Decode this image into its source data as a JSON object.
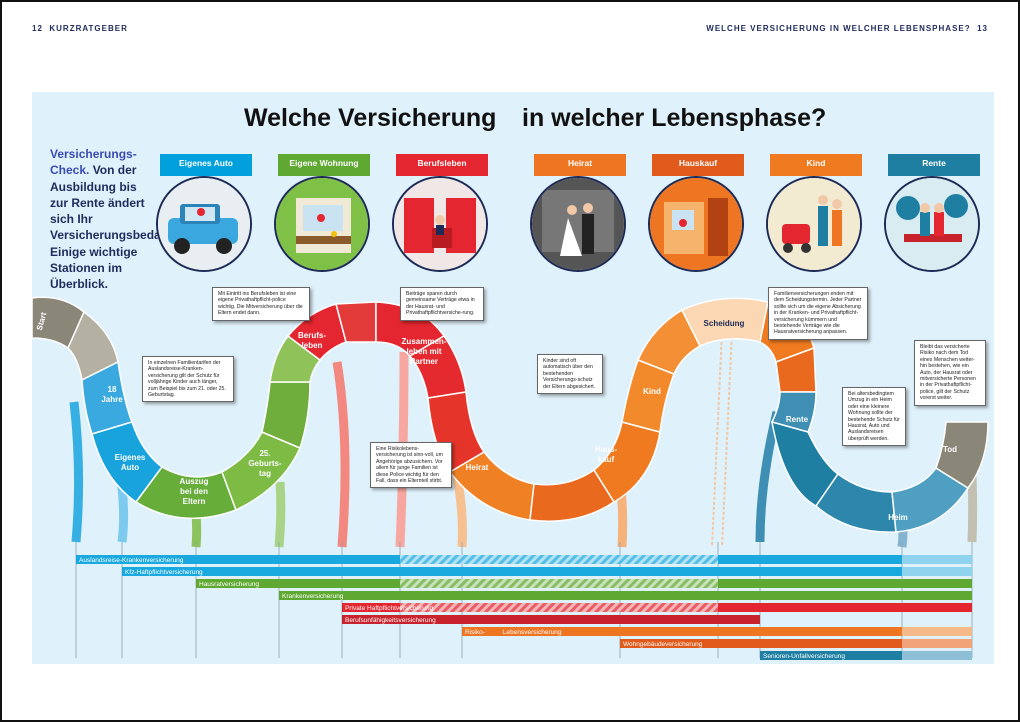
{
  "header": {
    "left_num": "12",
    "left_title": "KURZRATGEBER",
    "right_title": "WELCHE VERSICHERUNG IN WELCHER LEBENSPHASE?",
    "right_num": "13"
  },
  "title_part1": "Welche Versicherung",
  "title_part2": "in welcher Lebensphase?",
  "intro": {
    "highlight": "Versicherungs-Check.",
    "text": " Von der Ausbildung bis zur Rente ändert sich Ihr Versicherungsbedarf. Einige wichtige Stationen im Überblick."
  },
  "stages": [
    {
      "label": "Eigenes Auto",
      "color": "#00a0dc"
    },
    {
      "label": "Eigene Wohnung",
      "color": "#5fa832"
    },
    {
      "label": "Berufsleben",
      "color": "#e3262f"
    },
    {
      "label": "Heirat",
      "color": "#ee7623"
    },
    {
      "label": "Hauskauf",
      "color": "#e05a1c"
    },
    {
      "label": "Kind",
      "color": "#f07a20"
    },
    {
      "label": "Rente",
      "color": "#1f7fa3"
    }
  ],
  "path_labels": {
    "start": "Start",
    "jahre": [
      "18",
      "Jahre"
    ],
    "auto": [
      "Eigenes",
      "Auto"
    ],
    "auszug": [
      "Auszug",
      "bei den",
      "Eltern"
    ],
    "geburtstag": [
      "25.",
      "Geburts-",
      "tag"
    ],
    "berufsleben": [
      "Berufs-",
      "leben"
    ],
    "zusammen": [
      "Zusammen-",
      "leben mit",
      "Partner"
    ],
    "heirat": "Heirat",
    "hauskauf": [
      "Haus-",
      "kauf"
    ],
    "kind": "Kind",
    "scheidung": "Scheidung",
    "rente": "Rente",
    "heim": "Heim",
    "tod": "Tod"
  },
  "notes": [
    "In einzelnen Familientarifen der Auslandsreise-Kranken-versicherung gilt der Schutz für volljährige Kinder auch länger, zum Beispiel bis zum 21. oder 25. Geburtstag.",
    "Mit Eintritt ins Berufsleben ist eine eigene Privathaftpflicht-police wichtig. Die Mitversicherung über die Eltern endet dann.",
    "Beiträge sparen durch gemeinsame Verträge etwa in der Hausrat- und Privathaftpflichtversiche-rung.",
    "Eine Risikolebens-versicherung ist sinn-voll, um Angehörige abzusichern. Vor allem für junge Familien ist diese Police wichtig für den Fall, dass ein Elternteil stirbt.",
    "Kinder sind oft automatisch über den bestehenden Versicherungs-schutz der Eltern abgesichert.",
    "Familienversicherungen enden mit dem Scheidungstermin. Jeder Partner sollte sich um die eigene Absicherung in der Kranken- und Privathaftpflicht-versicherung kümmern und bestehende Verträge wie die Hausratversicherung anpassen.",
    "Bei altersbedingtem Umzug in ein Heim oder eine kleinere Wohnung sollte der bestehende Schutz für Hausrat, Auto und Auslandsreisen überprüft werden.",
    "Bleibt das versicherte Risiko nach dem Tod eines Menschen weiter-hin bestehen, wie ein Auto, der Hausrat oder mitversicherte Personen in der Privathaftpflicht-police, gilt der Schutz vorerst weiter."
  ],
  "bars": [
    {
      "label": "Auslandsreise-Krankenversicherung",
      "color": "#1aa9df"
    },
    {
      "label": "Kfz-Haftpflichtversicherung",
      "color": "#1aa9df"
    },
    {
      "label": "Hausratversicherung",
      "color": "#5fa832"
    },
    {
      "label": "Krankenversicherung",
      "color": "#5fa832"
    },
    {
      "label": "Private Haftpflichtversicherung",
      "color": "#e3262f"
    },
    {
      "label": "Berufsunfähigkeitsversicherung",
      "color": "#c8232c"
    },
    {
      "label": "Risiko-          Lebensversicherung",
      "color": "#ee7623"
    },
    {
      "label": "Wohngebäudeversicherung",
      "color": "#e05a1c"
    },
    {
      "label": "Senioren-Unfallversicherung",
      "color": "#1f7fa3"
    }
  ]
}
